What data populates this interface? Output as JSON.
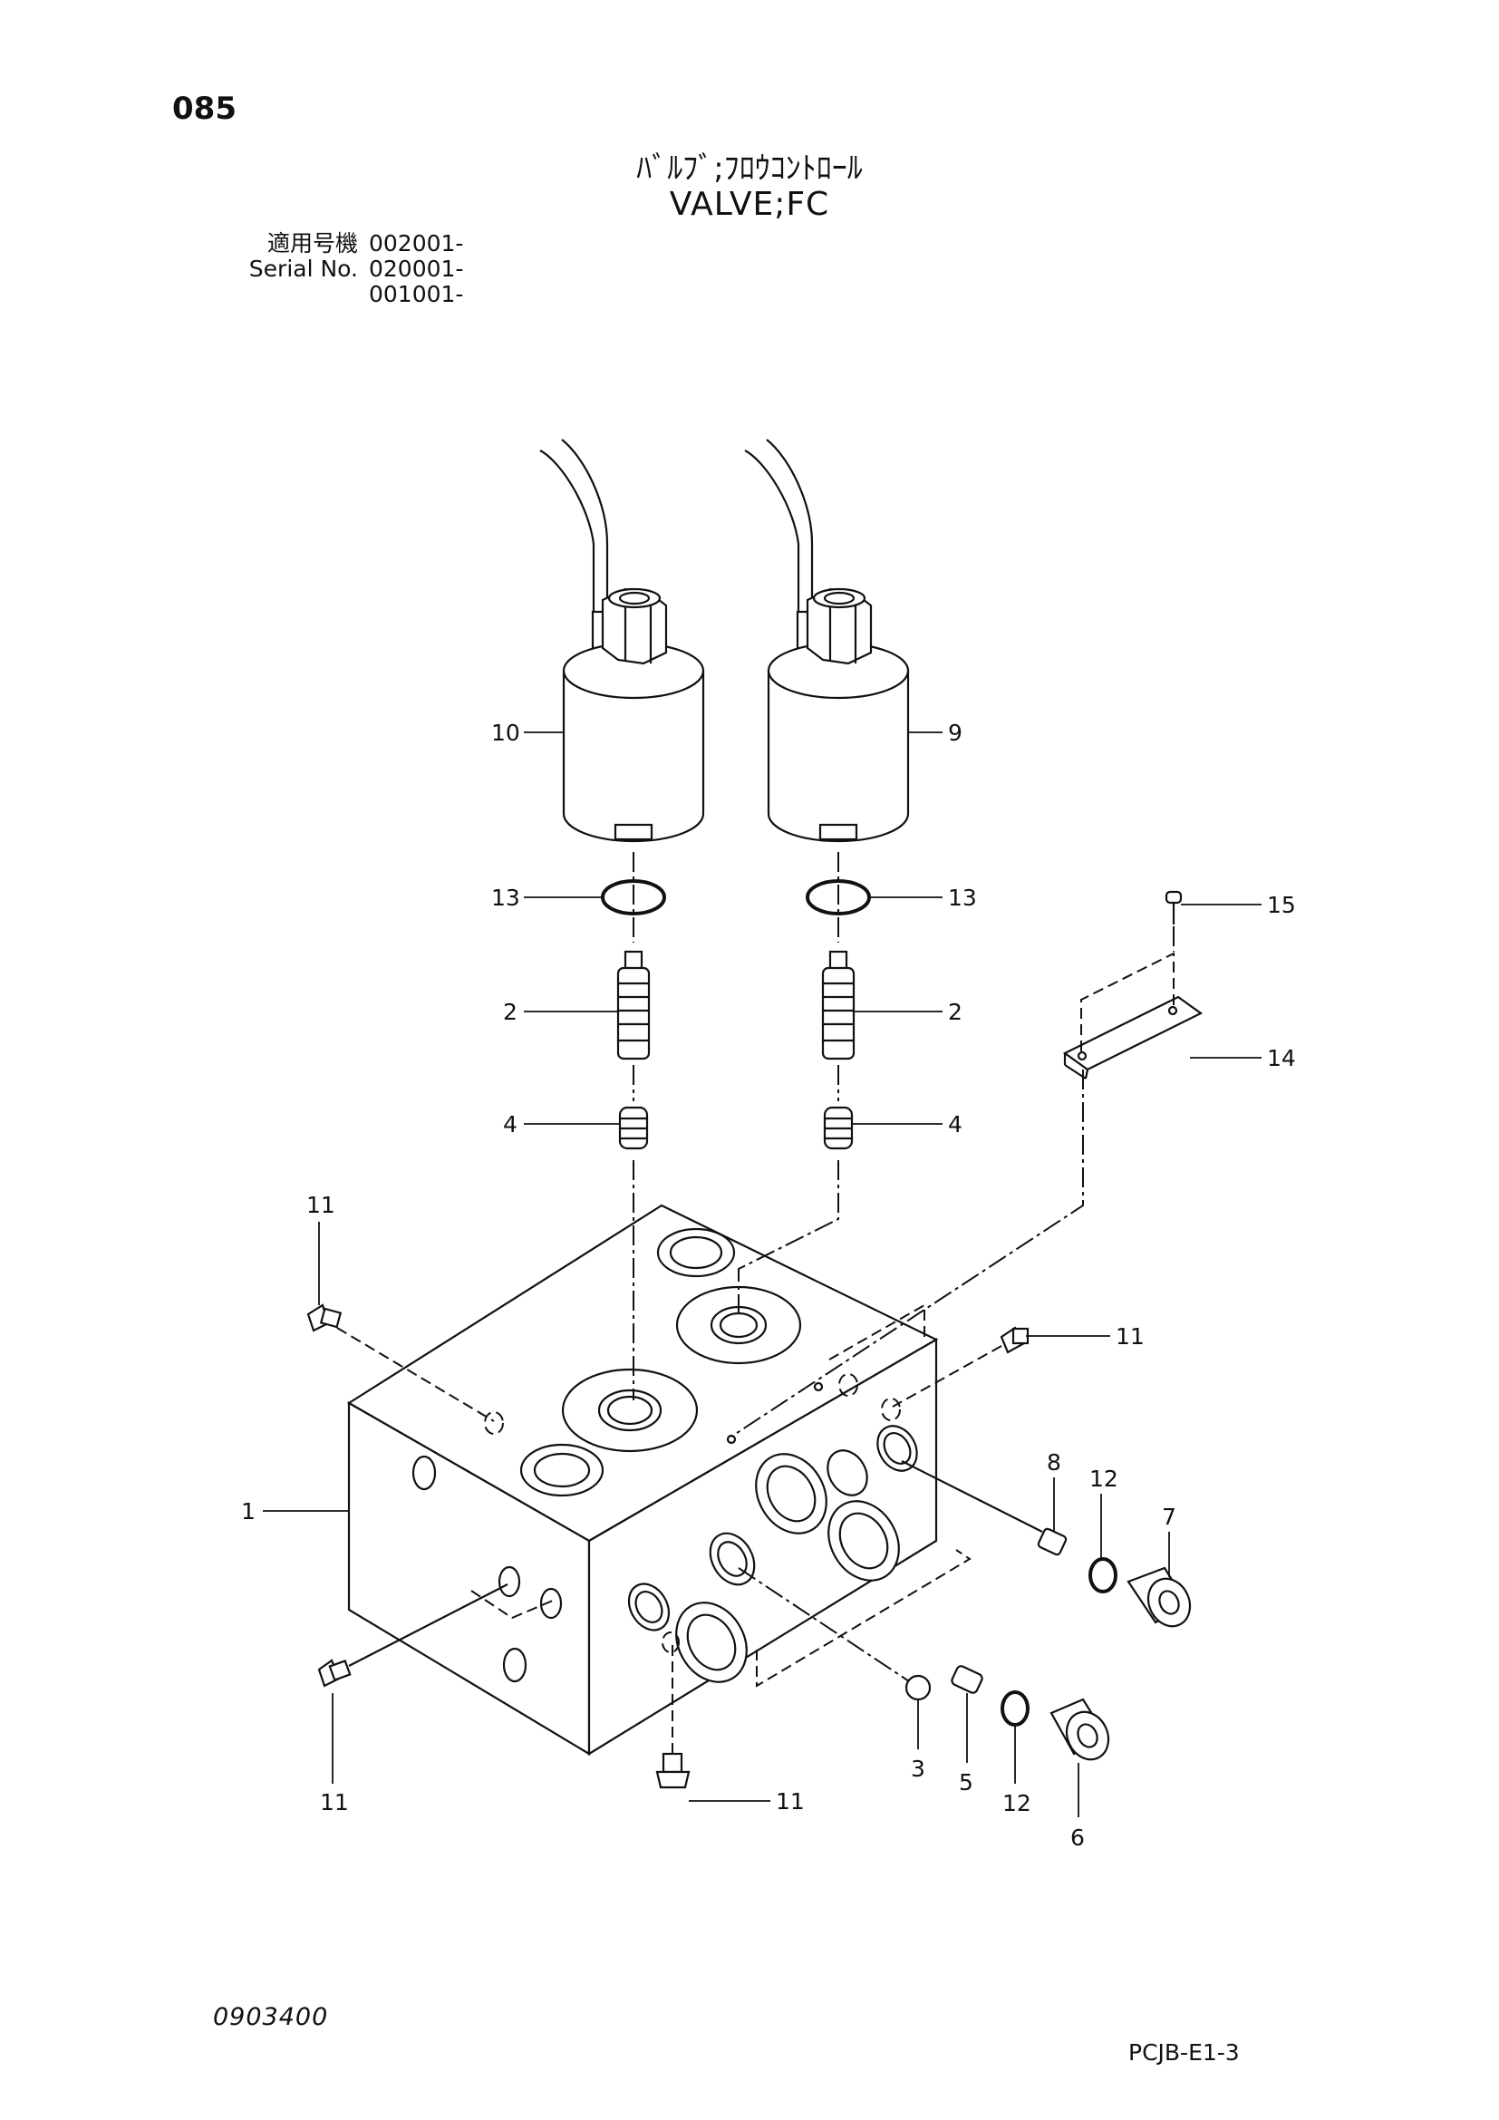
{
  "header": {
    "page_number": "085",
    "title_jp": "ﾊﾞﾙﾌﾞ;ﾌﾛｳｺﾝﾄﾛｰﾙ",
    "title_en": "VALVE;FC",
    "serial_rows": [
      {
        "label": "適用号機",
        "value": "002001-"
      },
      {
        "label": "Serial No.",
        "value": "020001-"
      },
      {
        "label": "",
        "value": "001001-"
      }
    ]
  },
  "footer": {
    "doc_code": "0903400",
    "page_code": "PCJB-E1-3"
  },
  "callouts": {
    "c1": "1",
    "c2a": "2",
    "c2b": "2",
    "c3": "3",
    "c4a": "4",
    "c4b": "4",
    "c5": "5",
    "c6": "6",
    "c7": "7",
    "c8": "8",
    "c9": "9",
    "c10": "10",
    "c11a": "11",
    "c11b": "11",
    "c11c": "11",
    "c11d": "11",
    "c12a": "12",
    "c12b": "12",
    "c13a": "13",
    "c13b": "13",
    "c14": "14",
    "c15": "15"
  }
}
